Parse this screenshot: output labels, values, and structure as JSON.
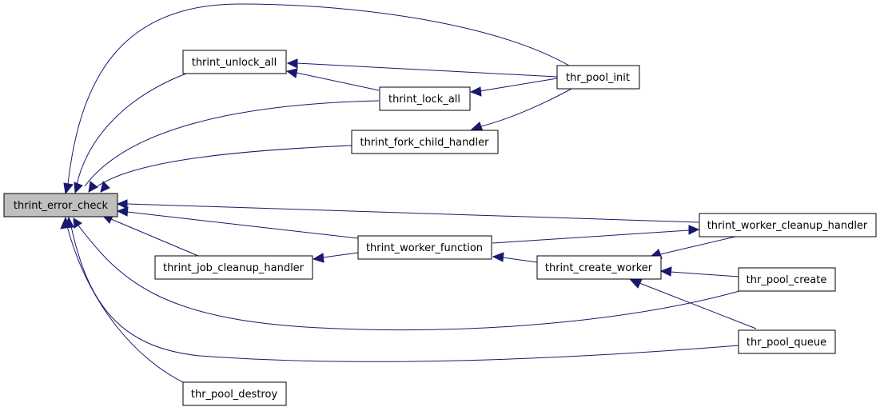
{
  "nodes": {
    "thrint_error_check": "thrint_error_check",
    "thrint_unlock_all": "thrint_unlock_all",
    "thrint_lock_all": "thrint_lock_all",
    "thr_pool_init": "thr_pool_init",
    "thrint_fork_child_handler": "thrint_fork_child_handler",
    "thrint_worker_function": "thrint_worker_function",
    "thrint_worker_cleanup_handler": "thrint_worker_cleanup_handler",
    "thrint_job_cleanup_handler": "thrint_job_cleanup_handler",
    "thrint_create_worker": "thrint_create_worker",
    "thr_pool_create": "thr_pool_create",
    "thr_pool_queue": "thr_pool_queue",
    "thr_pool_destroy": "thr_pool_destroy"
  },
  "edges": [
    {
      "from": "thr_pool_init",
      "to": "thrint_unlock_all"
    },
    {
      "from": "thr_pool_init",
      "to": "thrint_lock_all"
    },
    {
      "from": "thr_pool_init",
      "to": "thrint_fork_child_handler"
    },
    {
      "from": "thr_pool_init",
      "to": "thrint_error_check"
    },
    {
      "from": "thrint_lock_all",
      "to": "thrint_unlock_all"
    },
    {
      "from": "thrint_lock_all",
      "to": "thrint_error_check"
    },
    {
      "from": "thrint_unlock_all",
      "to": "thrint_error_check"
    },
    {
      "from": "thrint_fork_child_handler",
      "to": "thrint_error_check"
    },
    {
      "from": "thrint_worker_cleanup_handler",
      "to": "thrint_error_check"
    },
    {
      "from": "thrint_worker_function",
      "to": "thrint_error_check"
    },
    {
      "from": "thrint_worker_function",
      "to": "thrint_job_cleanup_handler"
    },
    {
      "from": "thrint_worker_function",
      "to": "thrint_worker_cleanup_handler"
    },
    {
      "from": "thrint_job_cleanup_handler",
      "to": "thrint_error_check"
    },
    {
      "from": "thrint_create_worker",
      "to": "thrint_worker_function"
    },
    {
      "from": "thrint_worker_cleanup_handler",
      "to": "thrint_create_worker"
    },
    {
      "from": "thr_pool_create",
      "to": "thrint_create_worker"
    },
    {
      "from": "thr_pool_create",
      "to": "thrint_error_check"
    },
    {
      "from": "thr_pool_queue",
      "to": "thrint_create_worker"
    },
    {
      "from": "thr_pool_queue",
      "to": "thrint_error_check"
    },
    {
      "from": "thr_pool_destroy",
      "to": "thrint_error_check"
    }
  ],
  "colors": {
    "edge": "#191970",
    "focus_node_fill": "#bfbfbf",
    "node_fill": "#ffffff",
    "node_border": "#000000"
  }
}
